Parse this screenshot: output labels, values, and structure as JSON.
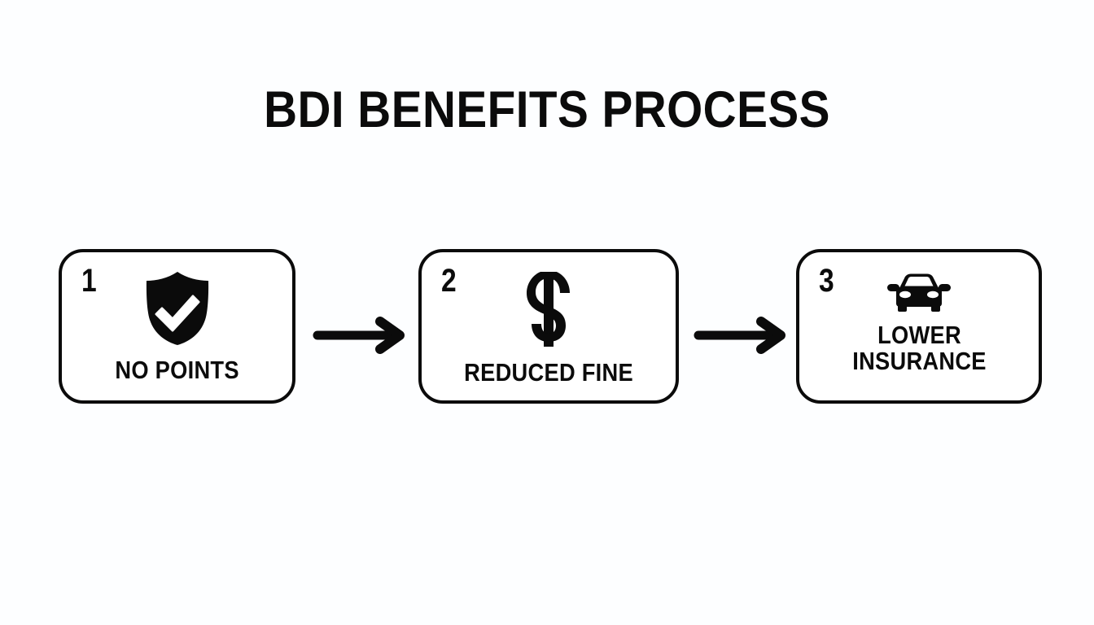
{
  "page": {
    "title": "BDI BENEFITS PROCESS",
    "background_color": "#fdfeff",
    "ink_color": "#0b0b0b"
  },
  "diagram_data": {
    "type": "process-flow",
    "orientation": "horizontal",
    "step_count": 3,
    "connector": "arrow-right",
    "steps": [
      {
        "number": "1",
        "icon": "shield-check-icon",
        "label": "NO POINTS",
        "label_lines": [
          "NO POINTS"
        ]
      },
      {
        "number": "2",
        "icon": "dollar-sign-icon",
        "label": "REDUCED FINE",
        "label_lines": [
          "REDUCED FINE"
        ]
      },
      {
        "number": "3",
        "icon": "car-front-icon",
        "label": "LOWER INSURANCE",
        "label_lines": [
          "LOWER",
          "INSURANCE"
        ]
      }
    ],
    "connectors": [
      {
        "from": "1",
        "to": "2",
        "glyph": "→"
      },
      {
        "from": "2",
        "to": "3",
        "glyph": "→"
      }
    ]
  }
}
